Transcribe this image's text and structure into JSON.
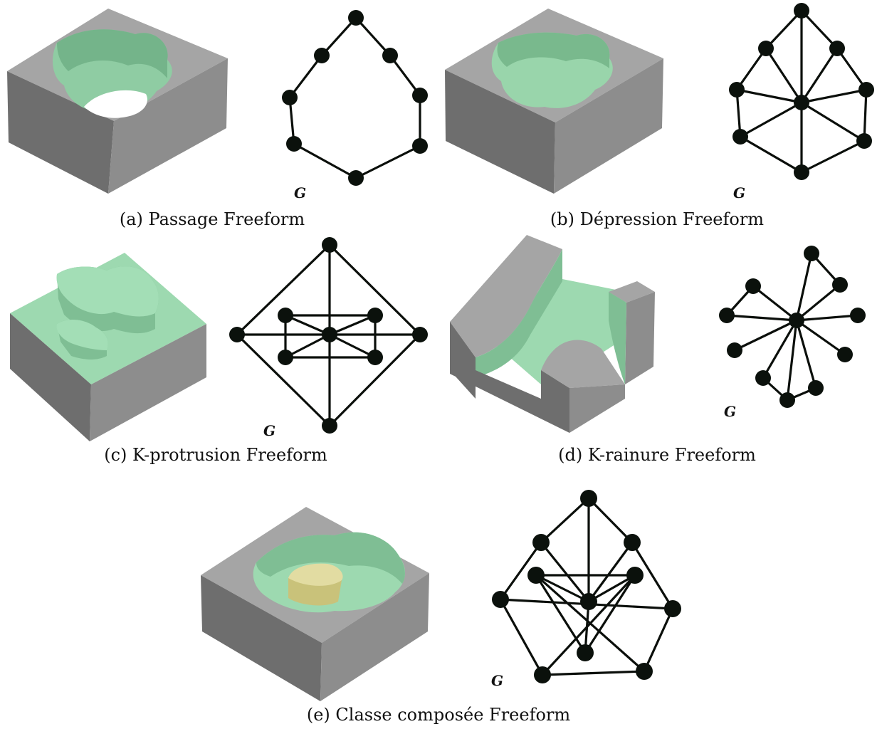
{
  "figure": {
    "panels": [
      {
        "id": "a",
        "caption": "(a) Passage Freeform",
        "graph_label": "G"
      },
      {
        "id": "b",
        "caption": "(b) Dépression Freeform",
        "graph_label": "G"
      },
      {
        "id": "c",
        "caption": "(c) K-protrusion Freeform",
        "graph_label": "G"
      },
      {
        "id": "d",
        "caption": "(d) K-rainure Freeform",
        "graph_label": "G"
      },
      {
        "id": "e",
        "caption": "(e) Classe composée Freeform",
        "graph_label": "G"
      }
    ],
    "colors": {
      "block_top": "#a4a4a4",
      "block_left": "#6d6d6d",
      "block_right": "#8c8c8c",
      "freeform_face": "#9dd9b0",
      "freeform_wall": "#7dbb92",
      "boss_face": "#dcd79a",
      "node": "#0b110c",
      "edge": "#0b0f0b"
    }
  }
}
